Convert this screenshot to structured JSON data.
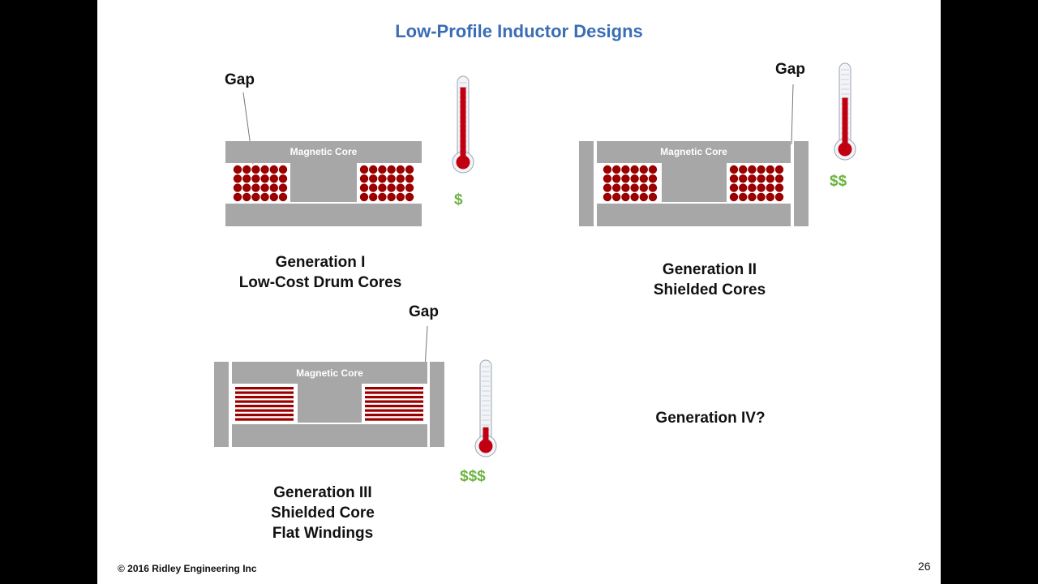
{
  "slide": {
    "title": "Low-Profile Inductor Designs",
    "footer": "© 2016 Ridley Engineering Inc",
    "page_number": "26"
  },
  "gen1": {
    "gap_label": "Gap",
    "core_label": "Magnetic Core",
    "caption_line1": "Generation I",
    "caption_line2": "Low-Cost Drum Cores",
    "cost": "$",
    "temperature_fill": 0.92
  },
  "gen2": {
    "gap_label": "Gap",
    "core_label": "Magnetic Core",
    "caption_line1": "Generation II",
    "caption_line2": "Shielded Cores",
    "cost": "$$",
    "temperature_fill": 0.62
  },
  "gen3": {
    "gap_label": "Gap",
    "core_label": "Magnetic Core",
    "caption_line1": "Generation III",
    "caption_line2": "Shielded Core",
    "caption_line3": "Flat Windings",
    "cost": "$$$",
    "temperature_fill": 0.2
  },
  "gen4": {
    "caption": "Generation IV?"
  },
  "colors": {
    "title": "#3a6db5",
    "core": "#a7a7a7",
    "winding": "#9b0000",
    "cost": "#6cb33f",
    "mercury": "#c00010"
  }
}
